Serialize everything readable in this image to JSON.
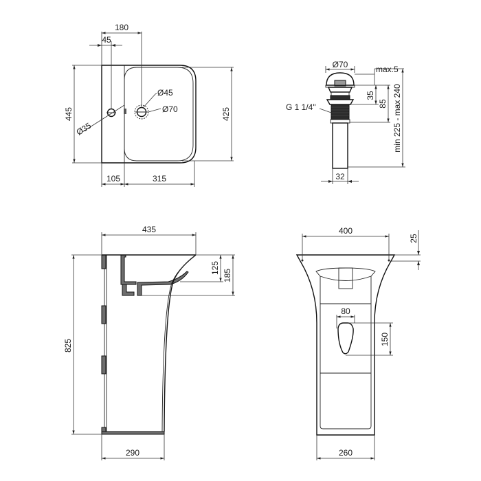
{
  "drawing": {
    "background": "#ffffff",
    "line_color": "#111111",
    "views": {
      "top_view": {
        "dims": {
          "tap_hole_offset_total": "180",
          "tap_hole_offset": "45",
          "tap_hole_diameter": "Ø35",
          "drain_diameter_inner": "Ø45",
          "drain_diameter_outer": "Ø70",
          "overall_depth": "445",
          "bowl_depth": "425",
          "deck_width": "105",
          "bowl_width": "315"
        }
      },
      "drain_view": {
        "dims": {
          "cap_diameter": "Ø70",
          "cap_lift": "max.5",
          "thread": "G 1 1/4\"",
          "upper_height": "35",
          "body_height": "85",
          "total_length": "min 225 - max 240",
          "pipe_diameter": "32"
        }
      },
      "side_view": {
        "dims": {
          "top_depth": "435",
          "bowl_inner_depth": "125",
          "bowl_outer_depth": "185",
          "overall_height": "825",
          "base_depth": "290"
        }
      },
      "front_view": {
        "dims": {
          "top_width": "400",
          "rim_thickness": "25",
          "opening_width": "80",
          "opening_height": "150",
          "base_width": "260"
        }
      }
    }
  }
}
